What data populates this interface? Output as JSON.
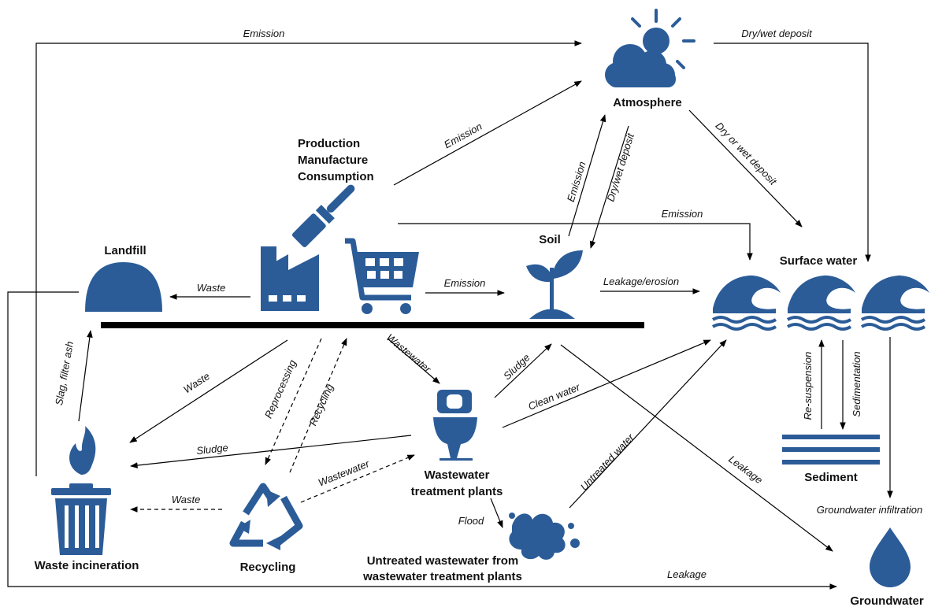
{
  "nodes": {
    "production": [
      "Production",
      "Manufacture",
      "Consumption"
    ],
    "atmosphere": "Atmosphere",
    "landfill": "Landfill",
    "soil": "Soil",
    "surface_water": "Surface water",
    "sediment": "Sediment",
    "wastewater_treatment": [
      "Wastewater",
      "treatment plants"
    ],
    "waste_incineration": "Waste incineration",
    "recycling": "Recycling",
    "untreated_wastewater": [
      "Untreated wastewater from",
      "wastewater treatment plants"
    ],
    "groundwater": "Groundwater"
  },
  "edges": {
    "emission_top": "Emission",
    "dry_wet_deposit_top": "Dry/wet deposit",
    "emission_prod_atm": "Emission",
    "emission_soil_atm": "Emission",
    "dry_wet_deposit_atm_soil": "Dry/wet deposit",
    "dry_or_wet_deposit": "Dry or wet deposit",
    "emission_prod_surface": "Emission",
    "waste_prod_landfill": "Waste",
    "emission_prod_soil": "Emission",
    "leakage_erosion": "Leakage/erosion",
    "slag_filter_ash": "Slag, filter ash",
    "waste_prod_incin": "Waste",
    "reprocessing": "Reprocessing",
    "recycling_edge": "Recycling",
    "wastewater_prod_wwtp": "Wastewater",
    "sludge_wwtp_soil": "Sludge",
    "clean_water": "Clean water",
    "sludge_wwtp_incin": "Sludge",
    "wastewater_recycling": "Wastewater",
    "waste_recycling_incin": "Waste",
    "flood": "Flood",
    "untreated_water": "Untreated water",
    "leakage_soil_gw": "Leakage",
    "re_suspension": "Re-suspension",
    "sedimentation": "Sedimentation",
    "groundwater_infiltration": "Groundwater infiltration",
    "leakage_bottom": "Leakage"
  },
  "colors": {
    "icon": "#2b5c98",
    "line": "#000000"
  },
  "icons": [
    "sun-cloud-icon",
    "paintbrush-icon",
    "factory-icon",
    "shopping-cart-icon",
    "plant-icon",
    "landfill-dome-icon",
    "wave-icon",
    "sediment-layers-icon",
    "toilet-icon",
    "flame-icon",
    "trash-can-icon",
    "recycle-icon",
    "splash-icon",
    "water-drop-icon"
  ]
}
